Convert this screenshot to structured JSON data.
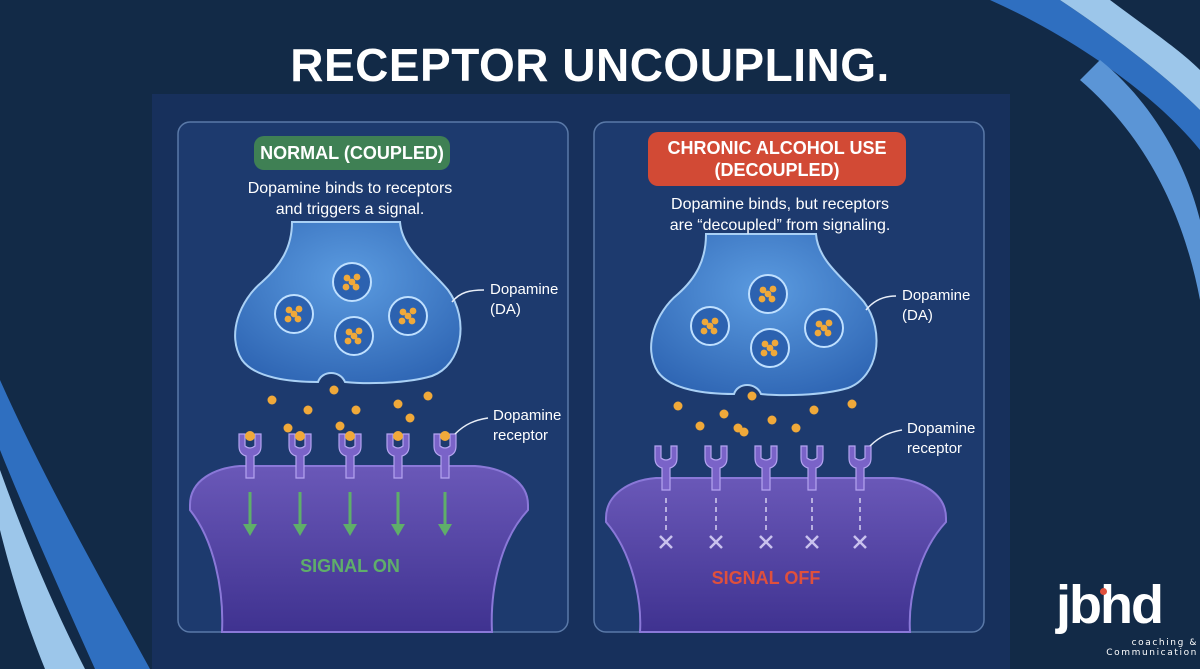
{
  "slide": {
    "title": "RECEPTOR UNCOUPLING."
  },
  "left_panel": {
    "badge": "NORMAL (COUPLED)",
    "badge_color": "#3f8054",
    "description_lines": [
      "Dopamine binds to receptors",
      "and triggers a signal."
    ],
    "dopamine_label_lines": [
      "Dopamine",
      "(DA)"
    ],
    "receptor_label_lines": [
      "Dopamine",
      "receptor"
    ],
    "signal_text": "SIGNAL ON",
    "signal_color": "#5fae6a"
  },
  "right_panel": {
    "badge_lines": [
      "CHRONIC ALCOHOL USE",
      "(DECOUPLED)"
    ],
    "badge_color": "#d24a35",
    "description_lines": [
      "Dopamine binds, but receptors",
      "are “decoupled” from signaling."
    ],
    "dopamine_label_lines": [
      "Dopamine",
      "(DA)"
    ],
    "receptor_label_lines": [
      "Dopamine",
      "receptor"
    ],
    "signal_text": "SIGNAL OFF",
    "signal_color": "#e0503c"
  },
  "logo": {
    "wordmark": "jbhd",
    "tagline_lines": [
      "coaching &",
      "Communication"
    ]
  },
  "icons": [
    "presynaptic-terminal-icon",
    "vesicle-icon",
    "receptor-icon",
    "arrow-down-icon",
    "x-mark-icon"
  ],
  "colors": {
    "background": "#122a47",
    "panel": "#1d3a6e",
    "presynaptic": "#3a78c4",
    "postsynaptic": "#5a4aa6",
    "receptor": "#7a63c8",
    "dopamine": "#f0a93a"
  }
}
